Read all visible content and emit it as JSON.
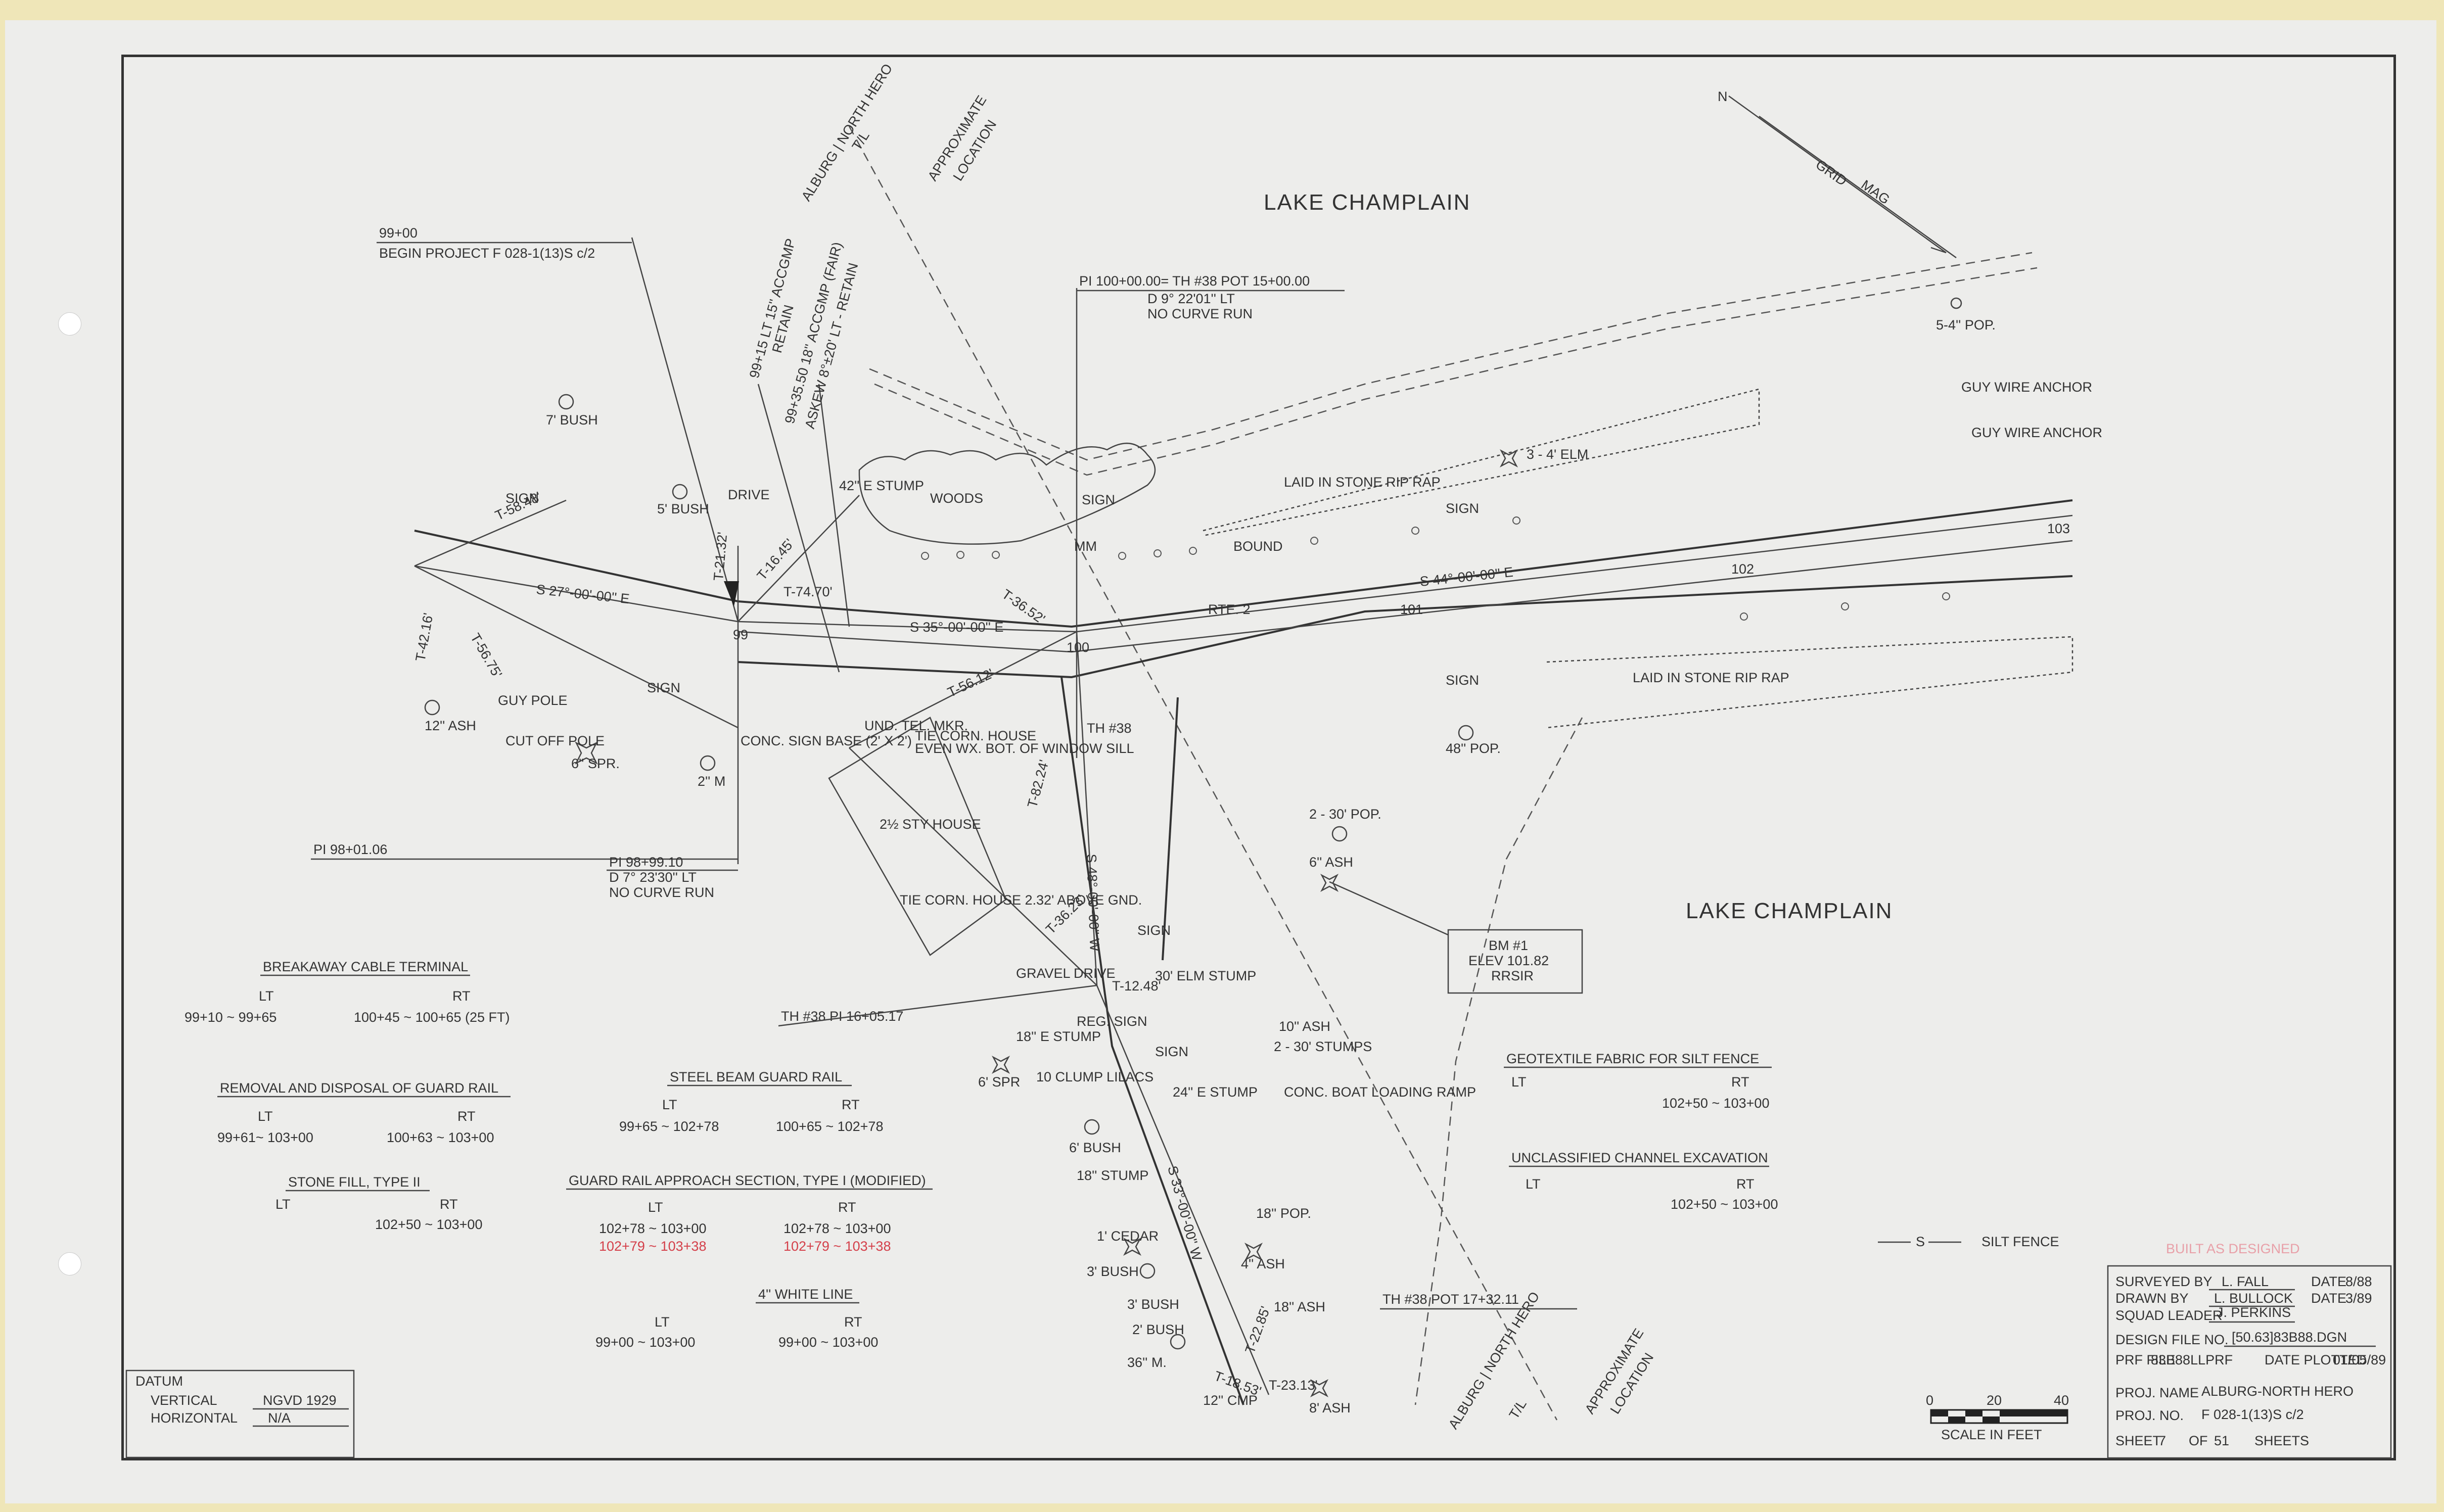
{
  "map": {
    "water_labels": [
      "LAKE CHAMPLAIN",
      "LAKE CHAMPLAIN"
    ],
    "road_label": "RTE. 2",
    "townline_top": {
      "towns": "ALBURG | NORTH HERO",
      "tl": "T/L",
      "note": "APPROXIMATE",
      "note2": "LOCATION"
    },
    "townline_bottom": {
      "towns": "ALBURG | NORTH HERO",
      "tl": "T/L",
      "note": "APPROXIMATE",
      "note2": "LOCATION"
    },
    "north_arrow": {
      "n": "N",
      "labels": [
        "GRID",
        "MAG"
      ]
    },
    "control_points": {
      "begin_station": "99+00",
      "begin_label": "BEGIN PROJECT  F 028-1(13)S c/2",
      "pi_1": "PI 100+00.00= TH #38 POT 15+00.00",
      "pi_1_d": "D    9° 22'01'' LT",
      "pi_1_note": "NO CURVE RUN",
      "pi_2": "PI 98+01.06",
      "pi_3": "PI 98+99.10",
      "pi_3_d": "D   7° 23'30'' LT",
      "pi_3_note": "NO CURVE RUN",
      "th38_pi": "TH #38 PI 16+05.17",
      "th38_pot": "TH #38 POT 17+32.11",
      "th38": "TH #38"
    },
    "bearings": [
      "S 27°-00'-00'' E",
      "S 35°-00'-00'' E",
      "S 44°-00'-00'' E",
      "S 48°-00'-00'' W",
      "S 33°-00'-00'' W"
    ],
    "stations": [
      "99",
      "100",
      "101",
      "102",
      "103"
    ],
    "tangents": [
      "T-58.48'",
      "T-42.16'",
      "T-56.75'",
      "T-74.70'",
      "T-36.52'",
      "T-56.12'",
      "T-82.24'",
      "T-36.23'",
      "T-12.48'",
      "T-22.85'",
      "T-23.13'",
      "T-18.53'",
      "T-21.32'",
      "T-16.45'"
    ],
    "culverts": [
      "99+15 LT  15'' ACCGMP",
      "RETAIN",
      "99+35.50  18'' ACCGMP (FAIR)",
      "ASKEW 8°±20' LT - RETAIN"
    ],
    "features": [
      "7' BUSH",
      "SIGN",
      "5' BUSH",
      "DRIVE",
      "42'' E STUMP",
      "WOODS",
      "SIGN",
      "MM",
      "BOUND",
      "LAID IN STONE RIP RAP",
      "3 - 4' ELM",
      "SIGN",
      "5-4'' POP.",
      "GUY WIRE ANCHOR",
      "GUY WIRE ANCHOR",
      "SIGN",
      "LAID IN STONE RIP RAP",
      "48'' POP.",
      "12'' ASH",
      "GUY POLE",
      "CUT OFF POLE",
      "6'' SPR.",
      "SIGN",
      "CONC. SIGN BASE (2' X 2')",
      "2'' M",
      "UND. TEL. MKR.",
      "TIE CORN. HOUSE",
      "EVEN WX. BOT. OF WINDOW SILL",
      "2½ STY HOUSE",
      "TIE CORN. HOUSE 2.32' ABOVE GND.",
      "2 - 30' POP.",
      "6'' ASH",
      "SIGN",
      "GRAVEL DRIVE",
      "30' ELM STUMP",
      "18'' E STUMP",
      "REG. SIGN",
      "6' SPR",
      "10 CLUMP LILACS",
      "SIGN",
      "24'' E STUMP",
      "10'' ASH",
      "2 - 30' STUMPS",
      "CONC. BOAT LOADING RAMP",
      "6' BUSH",
      "18'' STUMP",
      "18'' POP.",
      "4'' ASH",
      "1' CEDAR",
      "3' BUSH",
      "3' BUSH",
      "2' BUSH",
      "36'' M.",
      "18'' ASH",
      "12'' CMP",
      "8' ASH"
    ],
    "bm": {
      "line1": "BM #1",
      "line2": "ELEV 101.82",
      "line3": "RRSIR"
    },
    "silt_fence": {
      "symbol": "S",
      "label": "SILT FENCE"
    }
  },
  "quantities": [
    {
      "title": "BREAKAWAY CABLE TERMINAL",
      "lt_head": "LT",
      "rt_head": "RT",
      "lt": "99+10 ~ 99+65",
      "rt": "100+45 ~ 100+65 (25 FT)"
    },
    {
      "title": "REMOVAL AND DISPOSAL OF GUARD RAIL",
      "lt_head": "LT",
      "rt_head": "RT",
      "lt": "99+61~ 103+00",
      "rt": "100+63 ~ 103+00"
    },
    {
      "title": "STONE FILL, TYPE II",
      "lt_head": "LT",
      "rt_head": "RT",
      "lt": "",
      "rt": "102+50 ~ 103+00"
    },
    {
      "title": "STEEL BEAM GUARD RAIL",
      "lt_head": "LT",
      "rt_head": "RT",
      "lt": "99+65 ~ 102+78",
      "rt": "100+65 ~ 102+78"
    },
    {
      "title": "GUARD RAIL APPROACH SECTION, TYPE I (MODIFIED)",
      "lt_head": "LT",
      "rt_head": "RT",
      "lt": "102+78 ~ 103+00",
      "rt": "102+78 ~ 103+00",
      "lt_red": "102+79 ~ 103+38",
      "rt_red": "102+79 ~ 103+38"
    },
    {
      "title": "4'' WHITE LINE",
      "lt_head": "LT",
      "rt_head": "RT",
      "lt": "99+00 ~ 103+00",
      "rt": "99+00 ~ 103+00"
    },
    {
      "title": "GEOTEXTILE FABRIC FOR SILT FENCE",
      "lt_head": "LT",
      "rt_head": "RT",
      "lt": "",
      "rt": "102+50 ~ 103+00"
    },
    {
      "title": "UNCLASSIFIED CHANNEL EXCAVATION",
      "lt_head": "LT",
      "rt_head": "RT",
      "lt": "",
      "rt": "102+50 ~ 103+00"
    }
  ],
  "datum": {
    "title": "DATUM",
    "vertical_label": "VERTICAL",
    "vertical_value": "NGVD 1929",
    "horizontal_label": "HORIZONTAL",
    "horizontal_value": "N/A"
  },
  "scale": {
    "ticks": [
      "0",
      "20",
      "40"
    ],
    "label": "SCALE IN FEET"
  },
  "stamp": "BUILT AS DESIGNED",
  "title_block": {
    "surveyed_by_label": "SURVEYED BY",
    "surveyed_by": "L. FALL",
    "date1_label": "DATE",
    "date1": "8/88",
    "drawn_by_label": "DRAWN BY",
    "drawn_by": "L. BULLOCK",
    "date2_label": "DATE",
    "date2": "3/89",
    "squad_leader_label": "SQUAD LEADER",
    "squad_leader": "J. PERKINS",
    "design_file_label": "DESIGN FILE NO.",
    "design_file": "[50.63]83B88.DGN",
    "prf_label": "PRF FILE",
    "prf": "83B88LLPRF",
    "plotted_label": "DATE PLOTTED",
    "plotted": "01/05/89",
    "proj_name_label": "PROJ. NAME",
    "proj_name": "ALBURG-NORTH HERO",
    "proj_no_label": "PROJ. NO.",
    "proj_no": "F 028-1(13)S c/2",
    "sheet_label": "SHEET",
    "sheet": "7",
    "of_label": "OF",
    "sheets": "51",
    "sheets_label": "SHEETS"
  }
}
